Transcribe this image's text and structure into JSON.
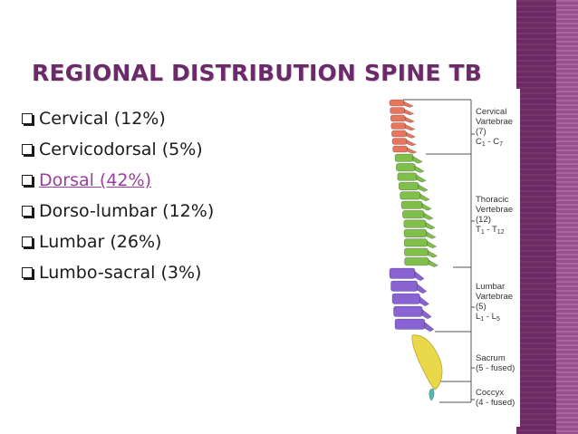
{
  "slide": {
    "title": "REGIONAL DISTRIBUTION  SPINE TB",
    "bullets": [
      {
        "text": "Cervical (12%)",
        "highlight": false
      },
      {
        "text": "Cervicodorsal (5%)",
        "highlight": false
      },
      {
        "text": "Dorsal (42%)",
        "highlight": true
      },
      {
        "text": "Dorso-lumbar (12%)",
        "highlight": false
      },
      {
        "text": "Lumbar (26%)",
        "highlight": false
      },
      {
        "text": "Lumbo-sacral (3%)",
        "highlight": false
      }
    ]
  },
  "figure": {
    "cervical": {
      "line1": "Cervical",
      "line2": "Vartebrae",
      "line3": "(7)",
      "range_a": "C",
      "range_a_sub": "1",
      "range_sep": " - C",
      "range_b_sub": "7"
    },
    "thoracic": {
      "line1": "Thoracic",
      "line2": "Vertebrae",
      "line3": "(12)",
      "range_a": "T",
      "range_a_sub": "1",
      "range_sep": " - T",
      "range_b_sub": "12"
    },
    "lumbar": {
      "line1": "Lumbar",
      "line2": "Vartebrae",
      "line3": "(5)",
      "range_a": "L",
      "range_a_sub": "1",
      "range_sep": " - L",
      "range_b_sub": "5"
    },
    "sacrum": {
      "line1": "Sacrum",
      "line2": "(5 - fused)"
    },
    "coccyx": {
      "line1": "Coccyx",
      "line2": "(4 - fused)"
    },
    "colors": {
      "cervical": "#e8765c",
      "thoracic": "#7fbf4a",
      "lumbar": "#8a63d2",
      "sacrum": "#e8d84a",
      "coccyx": "#5bb5b0"
    }
  },
  "theme": {
    "title_color": "#6b2a68",
    "band_color": "#6e2a63",
    "highlight_color": "#9b3ea1"
  }
}
